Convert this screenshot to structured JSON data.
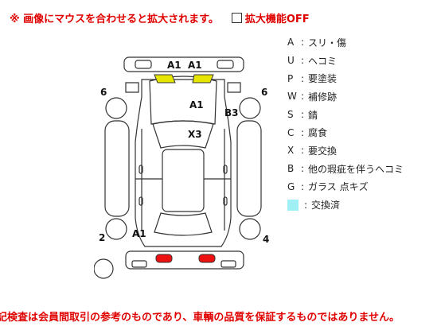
{
  "notice": {
    "marker": "※ 画像にマウスを合わせると拡大されます。",
    "zoom_toggle_label": "拡大機能OFF"
  },
  "legend": {
    "items": [
      {
        "code": "A",
        "desc": "スリ・傷"
      },
      {
        "code": "U",
        "desc": "ヘコミ"
      },
      {
        "code": "P",
        "desc": "要塗装"
      },
      {
        "code": "W",
        "desc": "補修跡"
      },
      {
        "code": "S",
        "desc": "錆"
      },
      {
        "code": "C",
        "desc": "腐食"
      },
      {
        "code": "X",
        "desc": "要交換"
      },
      {
        "code": "B",
        "desc": "他の瑕疵を伴うヘコミ"
      },
      {
        "code": "G",
        "desc": "ガラス 点キズ"
      }
    ],
    "swatch": {
      "desc": "交換済",
      "color": "#9ff0f5"
    }
  },
  "diagram": {
    "markers": {
      "front_bumper_left": "A1",
      "front_bumper_right": "A1",
      "hood": "A1",
      "front_right_fender": "B3",
      "windshield": "X3",
      "rear_left_quarter": "A1"
    },
    "panel_numbers": {
      "front_left": "6",
      "front_right": "6",
      "rear_left": "2",
      "rear_right": "4"
    },
    "colors": {
      "headlight": "#e6e600",
      "taillight": "#ee1111",
      "outline": "#333333"
    }
  },
  "footer": {
    "disclaimer": "記検査は会員間取引の参考のものであり、車輌の品質を保証するものではありません。"
  }
}
